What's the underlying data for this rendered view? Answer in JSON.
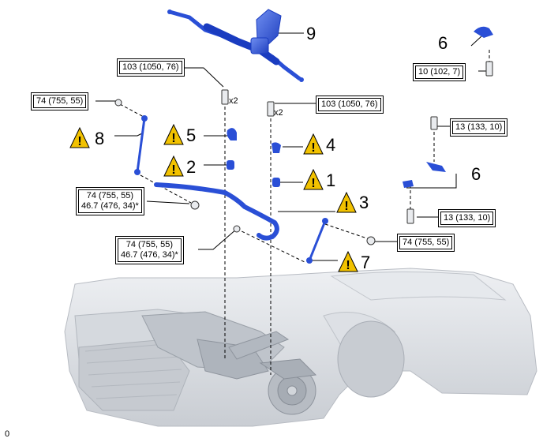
{
  "labels": {
    "n9": "9",
    "n6a": "6",
    "n8": "8",
    "n5": "5",
    "n2": "2",
    "n4": "4",
    "n1": "1",
    "n6b": "6",
    "n3": "3",
    "n7": "7"
  },
  "torque": {
    "t1": "10 (102, 7)",
    "t2": "103 (1050, 76)",
    "t3": "74 (755, 55)",
    "t4": "103 (1050, 76)",
    "t5": "13 (133, 10)",
    "t6_l1": "74 (755, 55)",
    "t6_l2": "46.7 (476, 34)*",
    "t7": "13 (133, 10)",
    "t8_l1": "74 (755, 55)",
    "t8_l2": "46.7 (476, 34)*",
    "t9": "74 (755, 55)"
  },
  "qty": {
    "q1": "x2",
    "q2": "x2"
  },
  "corner_mark": "0",
  "colors": {
    "part_blue": "#2a4fd6",
    "warning_yellow": "#f2c200",
    "line": "#000000",
    "car_gray": "#cfd3d8"
  }
}
